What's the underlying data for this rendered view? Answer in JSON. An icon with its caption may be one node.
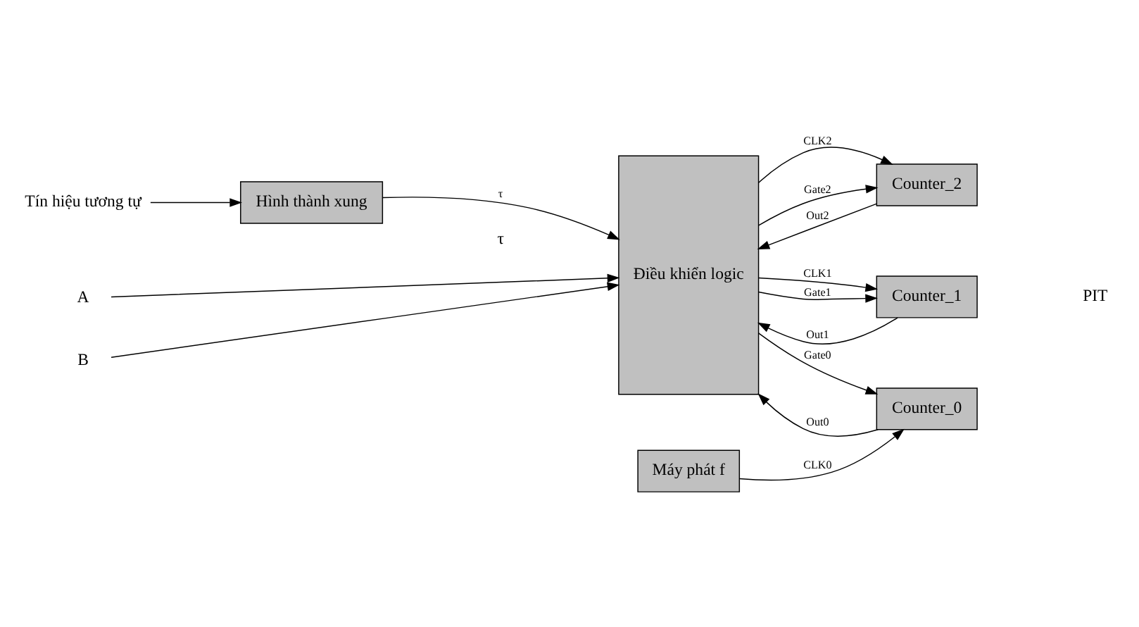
{
  "diagram": {
    "nodes": [
      {
        "text": [
          "Tín hiệu tương tự"
        ]
      },
      {
        "text": [
          "A"
        ]
      },
      {
        "text": [
          "B"
        ]
      },
      {
        "text": [
          "Hình thành xung"
        ]
      },
      {
        "text": [
          "Máy phát f"
        ]
      },
      {
        "text": [
          "Điều khiển logic"
        ]
      },
      {
        "text": [
          "Counter_2"
        ]
      },
      {
        "text": [
          "Counter_1"
        ]
      },
      {
        "text": [
          "Counter_0"
        ]
      }
    ],
    "edges": [
      {
        "from": 0,
        "to": 3,
        "arrow": "to"
      },
      {
        "from": 1,
        "to": 5,
        "arrow": "to"
      },
      {
        "from": 2,
        "to": 5,
        "arrow": "to"
      },
      {
        "from": 3,
        "to": 5,
        "arrow": "to",
        "label": "τ"
      },
      {
        "from": 6,
        "to": 5,
        "arrow": "to",
        "label": "Out2"
      },
      {
        "from": 5,
        "to": 6,
        "arrow": "to",
        "label": "CLK2"
      },
      {
        "from": 5,
        "to": 6,
        "arrow": "to",
        "label": "Gate2"
      },
      {
        "from": 7,
        "to": 5,
        "arrow": "to",
        "label": "Out1"
      },
      {
        "from": 5,
        "to": 7,
        "arrow": "to",
        "label": "CLK1"
      },
      {
        "from": 5,
        "to": 7,
        "arrow": "to",
        "label": "Gate1"
      },
      {
        "from": 8,
        "to": 5,
        "arrow": "to",
        "label": "Out0"
      },
      {
        "from": 5,
        "to": 8,
        "arrow": "to",
        "label": "Gate0"
      },
      {
        "from": 4,
        "to": 8,
        "arrow": "to",
        "label": "CLK0"
      }
    ],
    "labels": [
      "τ",
      "PIT"
    ]
  }
}
